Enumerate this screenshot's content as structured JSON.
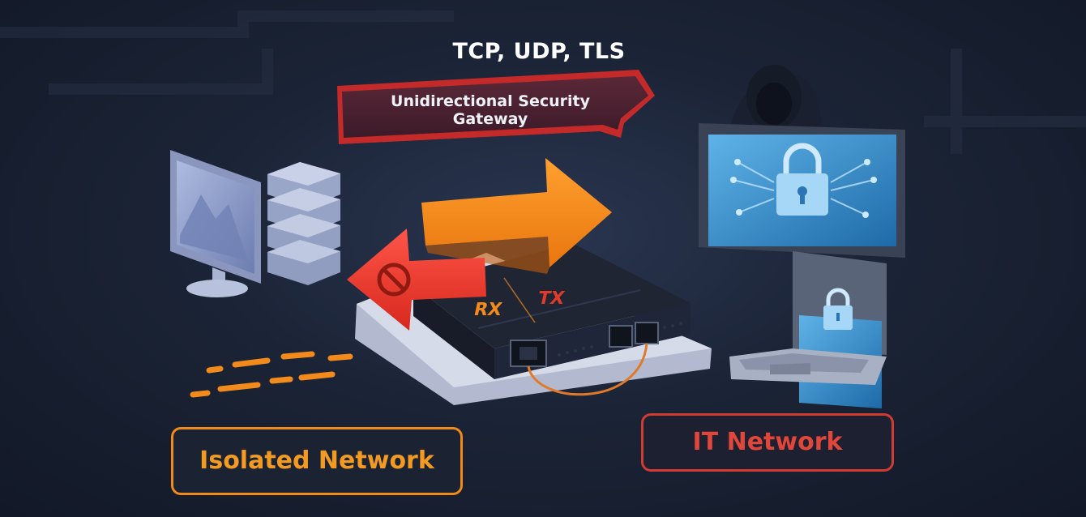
{
  "protocols_label": "TCP, UDP, TLS",
  "gateway_banner": "Unidirectional Security Gateway",
  "device": {
    "rx_label": "RX",
    "tx_label": "TX"
  },
  "networks": {
    "isolated": "Isolated Network",
    "it": "IT Network"
  },
  "colors": {
    "orange": "#f28a1c",
    "red": "#e23a2a",
    "navy": "#1b2436"
  },
  "icons": [
    "monitor-icon",
    "server-stack-icon",
    "forward-arrow-icon",
    "blocked-arrow-icon",
    "lock-icon",
    "laptop-icon",
    "hacker-icon"
  ]
}
